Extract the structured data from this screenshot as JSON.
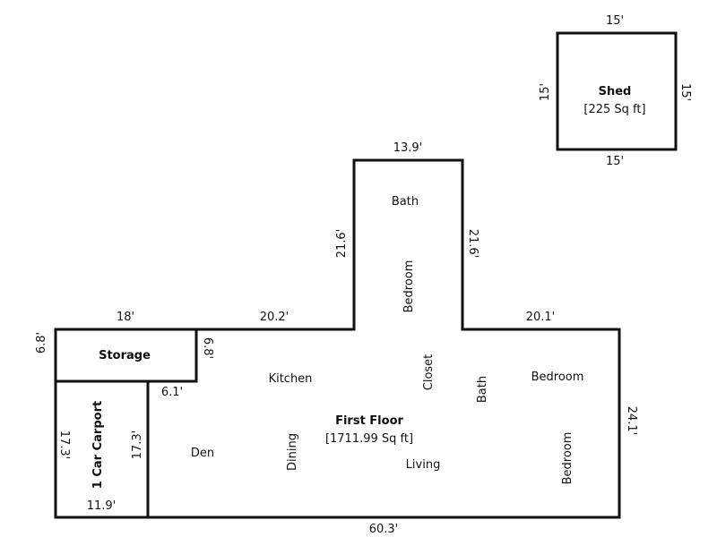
{
  "shed": {
    "title": "Shed",
    "area": "[225 Sq ft]",
    "top": "15'",
    "bottom": "15'",
    "left": "15'",
    "right": "15'"
  },
  "main": {
    "title": "First Floor",
    "area": "[1711.99 Sq ft]"
  },
  "storage": {
    "title": "Storage",
    "top": "18'",
    "left": "6.8'",
    "right": "6.8'"
  },
  "carport": {
    "title": "1 Car Carport",
    "left": "17.3'",
    "right": "17.3'",
    "bottom": "11.9'"
  },
  "dimensions": {
    "d6_1": "6.1'",
    "d20_2": "20.2'",
    "d13_9": "13.9'",
    "d21_6_left": "21.6'",
    "d21_6_right": "21.6'",
    "d20_1": "20.1'",
    "d24_1": "24.1'",
    "d60_3": "60.3'"
  },
  "rooms": {
    "bath_top": "Bath",
    "bedroom_top": "Bedroom",
    "kitchen": "Kitchen",
    "closet": "Closet",
    "bath": "Bath",
    "bedroom_right": "Bedroom",
    "den": "Den",
    "dining": "Dining",
    "living": "Living",
    "bedroom_bottom": "Bedroom"
  }
}
